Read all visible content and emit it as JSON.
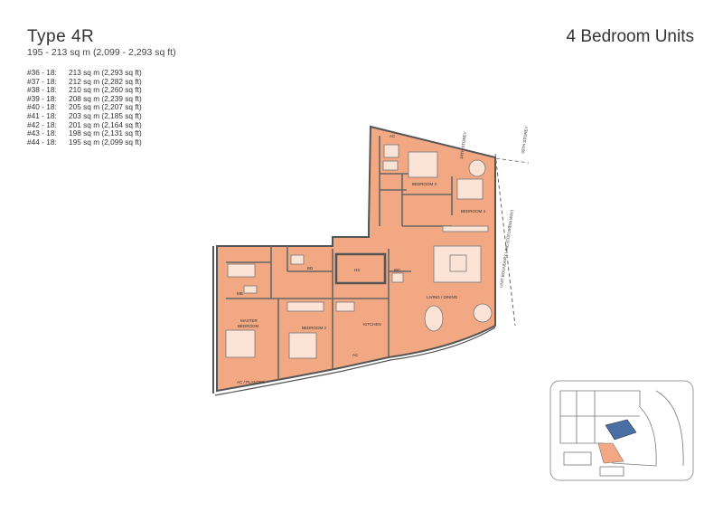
{
  "header": {
    "title": "Type 4R",
    "size_range": "195 - 213 sq m (2,099 - 2,293 sq ft)",
    "category": "4 Bedroom Units"
  },
  "units": [
    {
      "unit": "#36 - 18:",
      "area": "213 sq m (2,293 sq ft)"
    },
    {
      "unit": "#37 - 18:",
      "area": "212 sq m (2,282 sq ft)"
    },
    {
      "unit": "#38 - 18:",
      "area": "210 sq m (2,260 sq ft)"
    },
    {
      "unit": "#39 - 18:",
      "area": "208 sq m (2,239 sq ft)"
    },
    {
      "unit": "#40 - 18:",
      "area": "205 sq m (2,207 sq ft)"
    },
    {
      "unit": "#41 - 18:",
      "area": "203 sq m (2,185 sq ft)"
    },
    {
      "unit": "#42 - 18:",
      "area": "201 sq m (2,164 sq ft)"
    },
    {
      "unit": "#43 - 18:",
      "area": "198 sq m (2,131 sq ft)"
    },
    {
      "unit": "#44 - 18:",
      "area": "195 sq m (2,099 sq ft)"
    }
  ],
  "plan_labels": {
    "bedroom3": "BEDROOM 3",
    "bedroom4": "BEDROOM 4",
    "living_dining": "LIVING / DINING",
    "master_bedroom_l1": "MASTER",
    "master_bedroom_l2": "BEDROOM",
    "bedroom2": "BEDROOM 2",
    "kitchen": "KITCHEN",
    "hs": "HS",
    "wc": "WC",
    "bd": "BD",
    "mb": "MB",
    "ac_ledge": "AC",
    "ac_kitchen": "AC",
    "ac_planter": "AC / PLANTER",
    "boundary": "UNIT BOUNDARY LINE (COLUMBIA WAY)",
    "storey_44": "44TH STOREY",
    "storey_36": "36TH STOREY"
  },
  "colors": {
    "floor": "#f2a883",
    "wall": "#555555",
    "text": "#333333"
  }
}
